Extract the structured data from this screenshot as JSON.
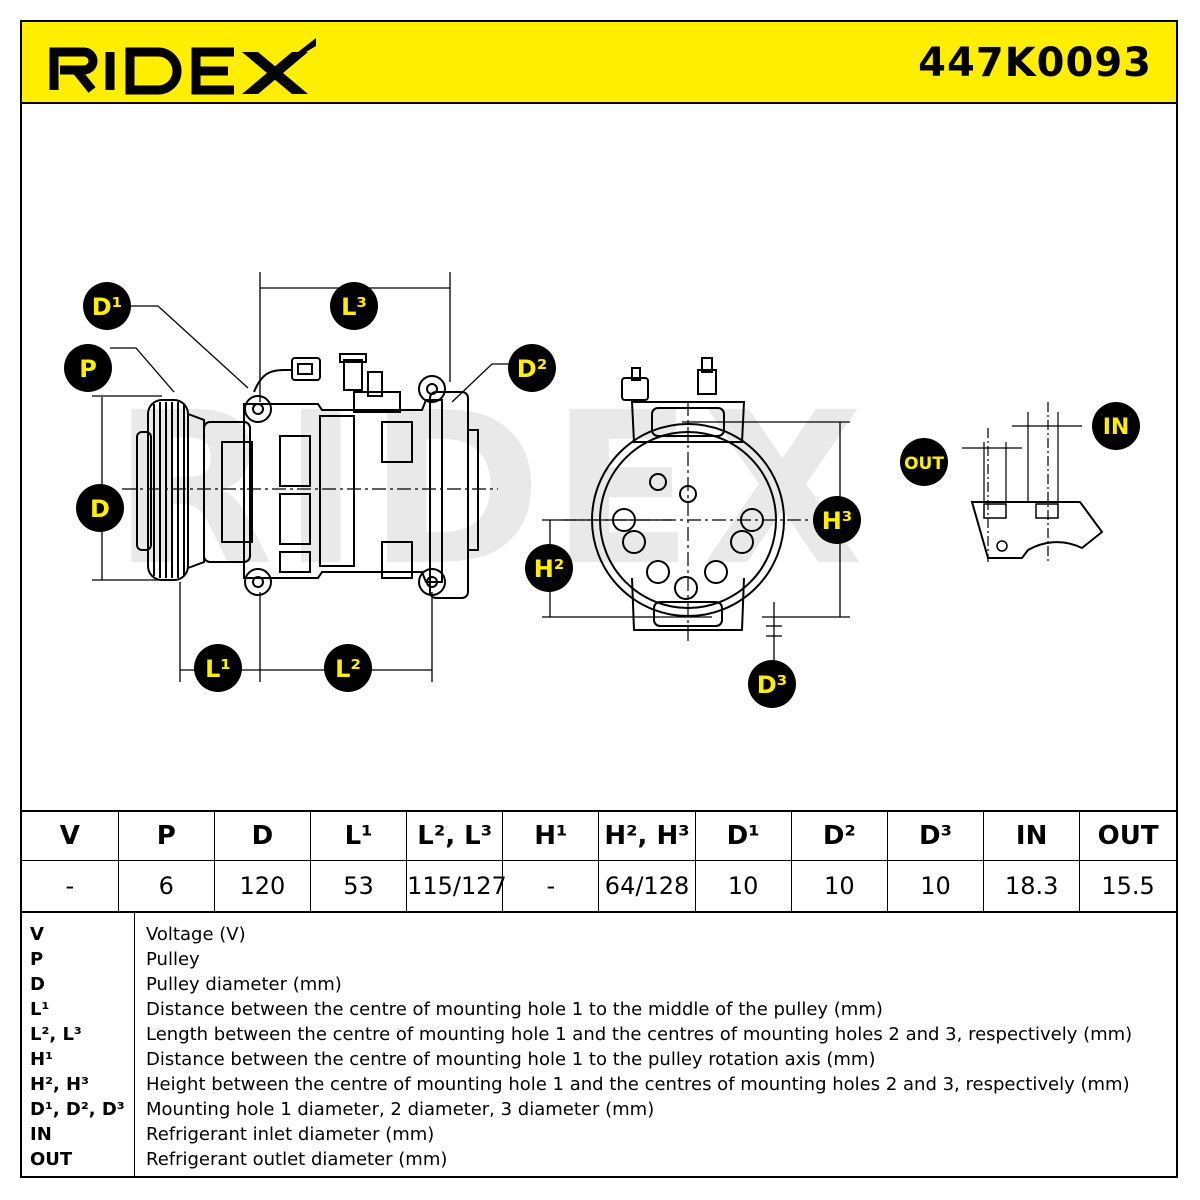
{
  "brand": {
    "name": "RIDEX",
    "accent_color": "#ffee00"
  },
  "part_number": "447K0093",
  "drawing": {
    "watermark": "RIDEX",
    "labels": {
      "D1": "D¹",
      "D2": "D²",
      "D3": "D³",
      "P": "P",
      "D": "D",
      "L1": "L¹",
      "L2": "L²",
      "L3": "L³",
      "H2": "H²",
      "H3": "H³",
      "IN": "IN",
      "OUT": "OUT"
    }
  },
  "table": {
    "headers": [
      "V",
      "P",
      "D",
      "L¹",
      "L², L³",
      "H¹",
      "H², H³",
      "D¹",
      "D²",
      "D³",
      "IN",
      "OUT"
    ],
    "values": [
      "-",
      "6",
      "120",
      "53",
      "115/127",
      "-",
      "64/128",
      "10",
      "10",
      "10",
      "18.3",
      "15.5"
    ]
  },
  "legend": [
    {
      "key": "V",
      "desc": "Voltage (V)"
    },
    {
      "key": "P",
      "desc": "Pulley"
    },
    {
      "key": "D",
      "desc": "Pulley diameter (mm)"
    },
    {
      "key": "L¹",
      "desc": "Distance between the centre of mounting hole 1 to the middle of the pulley (mm)"
    },
    {
      "key": "L², L³",
      "desc": "Length between the centre of mounting hole 1 and the centres of mounting holes 2 and 3, respectively (mm)"
    },
    {
      "key": "H¹",
      "desc": "Distance between the centre of mounting hole 1 to the pulley rotation axis (mm)"
    },
    {
      "key": "H², H³",
      "desc": "Height between the centre of mounting hole 1 and the centres of mounting holes 2 and 3, respectively (mm)"
    },
    {
      "key": "D¹, D², D³",
      "desc": "Mounting hole 1 diameter, 2 diameter, 3 diameter (mm)"
    },
    {
      "key": "IN",
      "desc": "Refrigerant inlet diameter (mm)"
    },
    {
      "key": "OUT",
      "desc": "Refrigerant outlet diameter (mm)"
    }
  ]
}
